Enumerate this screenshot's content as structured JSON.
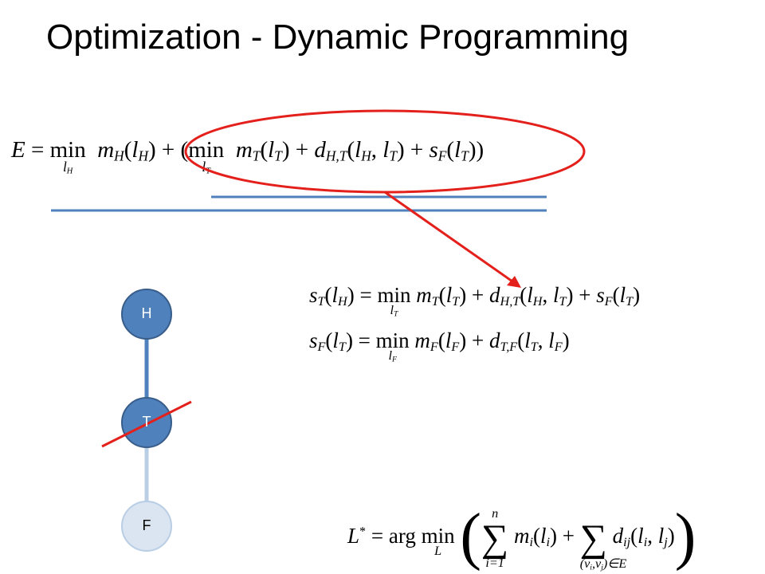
{
  "slide": {
    "title": "Optimization - Dynamic Programming"
  },
  "equations": {
    "main": {
      "E": "E",
      "eq": " = ",
      "min1": "min",
      "min1_sub": "l",
      "min1_sub_idx": "H",
      "term1": "m",
      "term1_sub": "H",
      "term1_arg": "(l",
      "term1_arg_sub": "H",
      "term1_close": ") + (",
      "min2": "min",
      "min2_sub": "l",
      "min2_sub_idx": "T",
      "rest": " m_T(l_T) + d_{H,T}(l_H, l_T) + s_F(l_T))"
    },
    "sT": "s_T(l_H) = min_{l_T} m_T(l_T) + d_{H,T}(l_H, l_T) + s_F(l_T)",
    "sF": "s_F(l_T) = min_{l_F} m_F(l_F) + d_{T,F}(l_T, l_F)",
    "L": "L* = arg min_L ( Σ_{i=1}^{n} m_i(l_i) + Σ_{(v_i,v_j)∈E} d_ij(l_i, l_j) )"
  },
  "graph": {
    "nodes": [
      {
        "id": "H",
        "label": "H"
      },
      {
        "id": "T",
        "label": "T"
      },
      {
        "id": "F",
        "label": "F"
      }
    ],
    "node_colors": {
      "active_fill": "#4f81bd",
      "active_stroke": "#385d8a",
      "inactive_fill": "#dbe5f1",
      "inactive_stroke": "#b9cde5",
      "edge_active": "#4f81bd",
      "edge_inactive": "#b9cde5"
    },
    "strike_color": "#e3201b"
  },
  "annotations": {
    "ellipse_color": "#e3201b",
    "arrow_color": "#e3201b",
    "underline_color": "#4f81bd"
  }
}
